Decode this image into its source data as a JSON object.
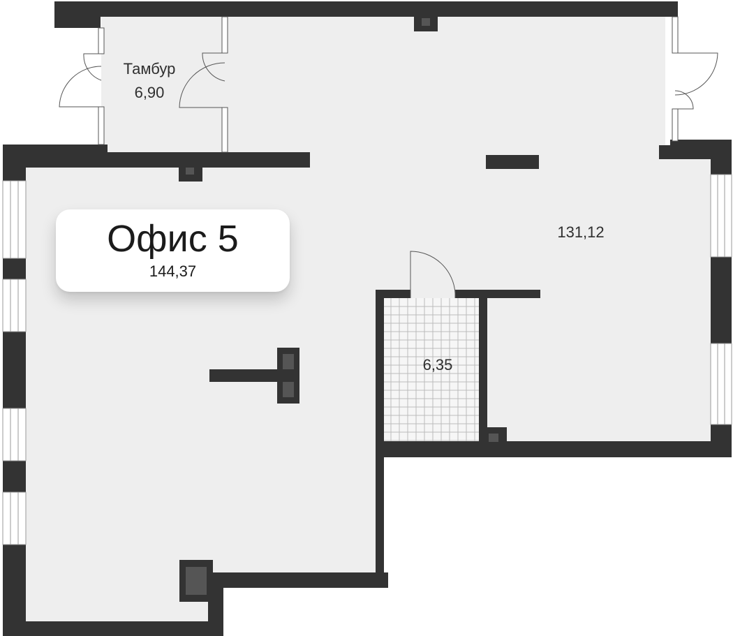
{
  "office": {
    "name": "Офис 5",
    "total_area": "144,37"
  },
  "rooms": {
    "vestibule": {
      "name": "Тамбур",
      "area": "6,90"
    },
    "main": {
      "area": "131,12"
    },
    "bathroom": {
      "area": "6,35"
    }
  },
  "colors": {
    "wall": "#333333",
    "floor": "#eeeeee",
    "tile_floor": "#f6f6f6",
    "tile_grid": "#bcbcbc",
    "column": "#4e4e4e",
    "background": "#ffffff"
  }
}
